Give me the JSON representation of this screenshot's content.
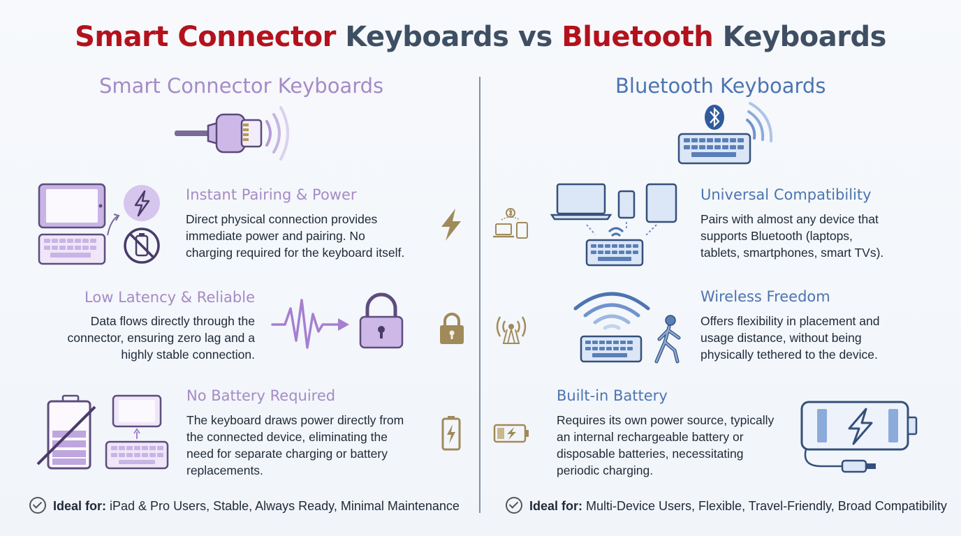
{
  "title": {
    "part1": "Smart Connector",
    "part2": " Keyboards vs ",
    "part3": "Bluetooth",
    "part4": " Keyboards"
  },
  "colors": {
    "red": "#b3121c",
    "lavender": "#a68ac6",
    "blue": "#4c74b0",
    "gold": "#a08a5a"
  },
  "left": {
    "heading": "Smart Connector Keyboards",
    "features": [
      {
        "heading": "Instant Pairing & Power",
        "lines": [
          "Direct physical connection provides",
          "immediate power and pairing. No",
          "charging required for the keyboard itself."
        ],
        "icon": "bolt-icon"
      },
      {
        "heading": "Low Latency & Reliable",
        "lines": [
          "Data flows directly through the",
          "connector, ensuring zero lag and a",
          "highly stable connection."
        ],
        "icon": "lock-icon"
      },
      {
        "heading": "No Battery Required",
        "lines": [
          "The keyboard draws power directly from",
          "the connected device, eliminating the",
          "need for separate charging or battery",
          "replacements."
        ],
        "icon": "battery-icon"
      }
    ],
    "ideal_label": "Ideal for:",
    "ideal_text": " iPad & Pro Users, Stable, Always Ready, Minimal Maintenance"
  },
  "right": {
    "heading": "Bluetooth Keyboards",
    "features": [
      {
        "heading": "Universal Compatibility",
        "lines": [
          "Pairs with almost any device that",
          "supports Bluetooth (laptops,",
          "tablets, smartphones, smart TVs)."
        ],
        "icon": "devices-icon"
      },
      {
        "heading": "Wireless Freedom",
        "lines": [
          "Offers flexibility in placement and",
          "usage distance, without being",
          "physically tethered to the device."
        ],
        "icon": "antenna-icon"
      },
      {
        "heading": "Built-in Battery",
        "lines": [
          "Requires its own power source, typically",
          "an internal rechargeable battery or",
          "disposable batteries, necessitating",
          "periodic charging."
        ],
        "icon": "charging-battery-icon"
      }
    ],
    "ideal_label": "Ideal for:",
    "ideal_text": " Multi-Device Users, Flexible, Travel-Friendly, Broad Compatibility"
  }
}
